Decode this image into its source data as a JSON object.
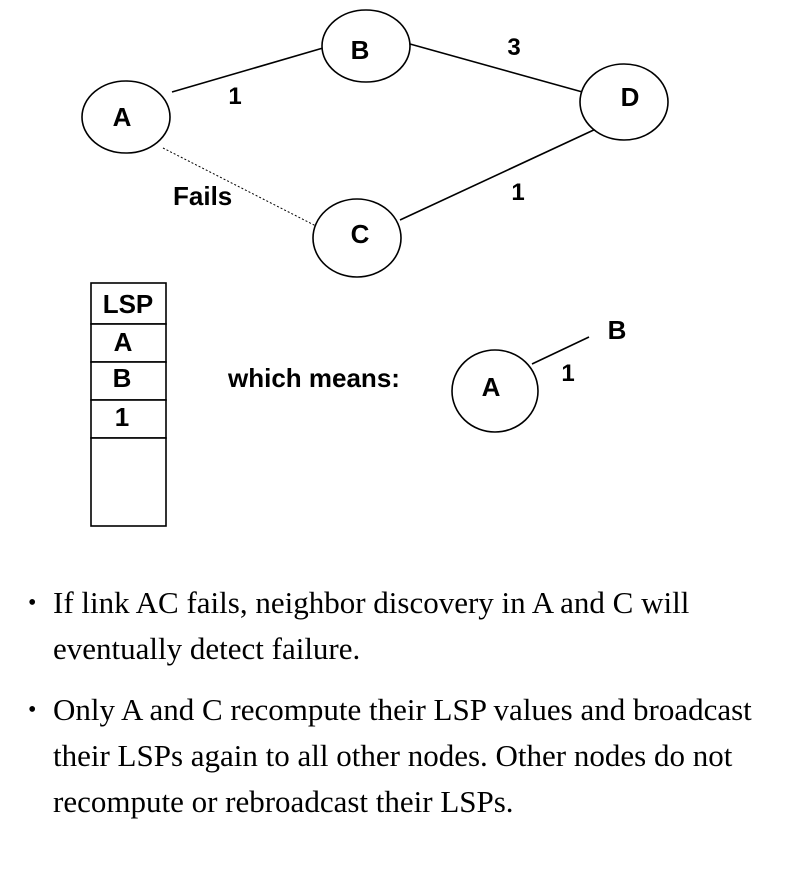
{
  "graph": {
    "nodes": [
      {
        "id": "A",
        "label": "A"
      },
      {
        "id": "B",
        "label": "B"
      },
      {
        "id": "C",
        "label": "C"
      },
      {
        "id": "D",
        "label": "D"
      }
    ],
    "edges": [
      {
        "from": "A",
        "to": "B",
        "weight": "1",
        "status": "up"
      },
      {
        "from": "B",
        "to": "D",
        "weight": "3",
        "status": "up"
      },
      {
        "from": "C",
        "to": "D",
        "weight": "1",
        "status": "up"
      },
      {
        "from": "A",
        "to": "C",
        "weight": "",
        "status": "failed"
      }
    ],
    "fail_label": "Fails"
  },
  "lsp_table": {
    "header": "LSP",
    "rows": [
      "A",
      "B",
      "1",
      ""
    ]
  },
  "meaning": {
    "label": "which means:",
    "from_node": "A",
    "to_node": "B",
    "weight": "1"
  },
  "bullets": [
    "If link AC fails, neighbor discovery in A and C will eventually detect failure.",
    "Only A and C recompute their LSP values and broadcast their LSPs again to all other nodes. Other nodes do not recompute or rebroadcast their LSPs."
  ]
}
